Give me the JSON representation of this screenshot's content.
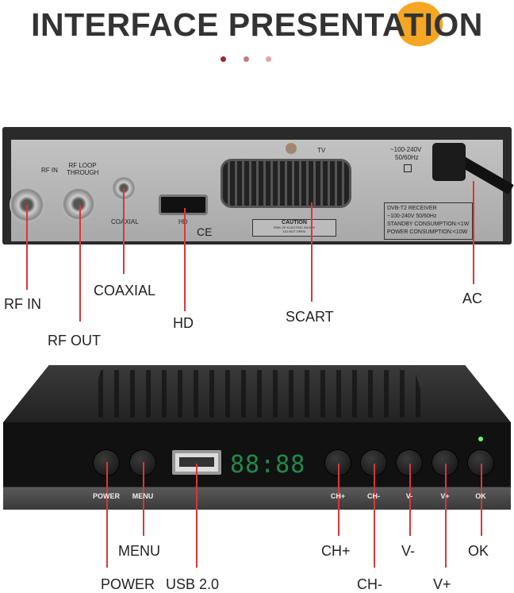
{
  "header": {
    "title": "INTERFACE PRESENTATION"
  },
  "colors": {
    "accent": "#f5a623",
    "callout_line": "#d9363b",
    "dots": [
      "#9b2b2b",
      "#c97a7a",
      "#e3a5a5"
    ]
  },
  "back_panel": {
    "printed": {
      "rf_in": "RF IN",
      "rf_loop": "RF LOOP THROUGH",
      "coaxial": "COAXIAL",
      "hd": "HD",
      "tv": "TV",
      "voltage": "~100-240V",
      "freq": "50/60Hz",
      "ce": "CE",
      "caution": "CAUTION",
      "caution_sub1": "RISK OF ELECTRIC SHOCK",
      "caution_sub2": "DO NOT OPEN"
    },
    "spec": [
      "DVB-T2 RECEIVER",
      "~100-240V 50/60Hz",
      "STANDBY CONSUMPTION:<1W",
      "POWER CONSUMPTION:<10W"
    ],
    "callouts": {
      "rf_in": "RF IN",
      "rf_out": "RF OUT",
      "coaxial": "COAXIAL",
      "hd": "HD",
      "scart": "SCART",
      "ac": "AC"
    }
  },
  "front_panel": {
    "display": "88:88",
    "buttons": {
      "power": "POWER",
      "menu": "MENU",
      "ch_up": "CH+",
      "ch_down": "CH-",
      "vol_down": "V-",
      "vol_up": "V+",
      "ok": "OK"
    },
    "callouts": {
      "power": "POWER",
      "menu": "MENU",
      "usb": "USB 2.0",
      "ch_up": "CH+",
      "ch_down": "CH-",
      "vol_down": "V-",
      "vol_up": "V+",
      "ok": "OK"
    }
  }
}
